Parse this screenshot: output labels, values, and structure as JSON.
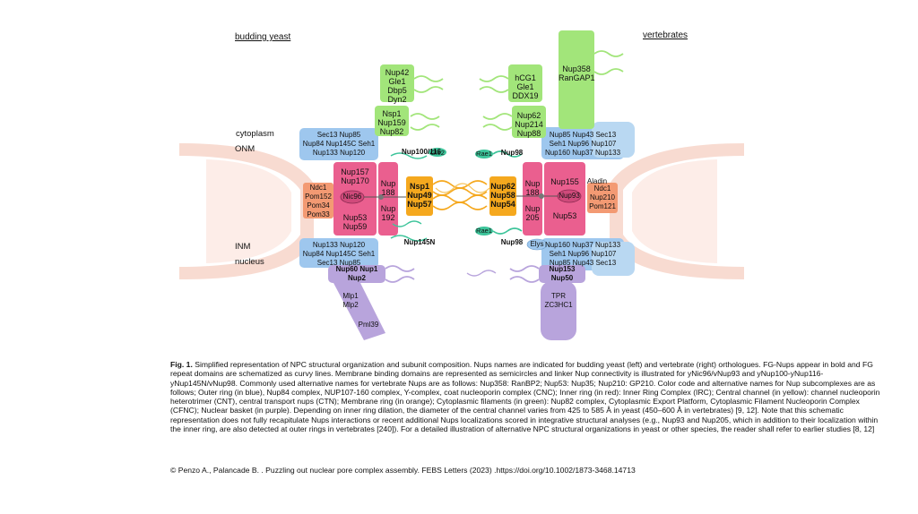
{
  "sides": {
    "yeast": "budding yeast",
    "vertebrates": "vertebrates"
  },
  "regions": {
    "cytoplasm": "cytoplasm",
    "onm": "ONM",
    "inm": "INM",
    "nucleus": "nucleus"
  },
  "yeast": {
    "cf_top": {
      "bold": "Nup42",
      "rest": "Gle1\nDbp5\nDyn2"
    },
    "cf_nsp1": {
      "bold": "Nsp1\nNup159",
      "rest": "Nup82"
    },
    "outer_top": "Sec13    Nup85\nNup84  Nup145C  Seh1\nNup133           Nup120",
    "ir_top": "Nup157\nNup170",
    "ir_nic96": "Nic96",
    "ir_bottom": "Nup53\nNup59",
    "ir_188": "Nup\n188",
    "ir_192": "Nup\n192",
    "mr": "Ndc1\nPom152\nPom34\nPom33",
    "ct": "Nsp1\nNup49\nNup57",
    "linker_top": "Nup100/116",
    "gle2": "Gle2",
    "linker_bottom": "Nup145N",
    "outer_bottom": "Nup133           Nup120\nNup84  Nup145C  Seh1\nSec13    Nup85",
    "basket_top": {
      "bold": "Nup60   Nup1\nNup2"
    },
    "basket_rest": "Mlp1\nMlp2",
    "pml39": "Pml39"
  },
  "vert": {
    "cf_top": {
      "bold": "hCG1",
      "rest": "Gle1\nDDX19"
    },
    "cf_358": {
      "bold": "Nup358",
      "rest": "RanGAP1"
    },
    "cf_62": {
      "bold": "Nup62\nNup214",
      "rest": "Nup88"
    },
    "outer_top": "Nup85  Nup43   Sec13\nSeh1  Nup96  Nup107\nNup160  Nup37  Nup133",
    "rae1_top": "Rae1",
    "nup98_top": "Nup98",
    "ir_155": "Nup155",
    "ir_93": "Nup93",
    "aladin": "Aladin",
    "ir_53": "Nup53",
    "ir_188": "Nup\n188",
    "ir_205": "Nup\n205",
    "mr": "Ndc1\nNup210\nPom121",
    "ct": "Nup62\nNup58\nNup54",
    "rae1_bottom": "Rae1",
    "nup98_bottom": "Nup98",
    "elys": "Elys",
    "outer_bottom": "Nup160 Nup37  Nup133\nSeh1  Nup96  Nup107\nNup85  Nup43   Sec13",
    "basket_top": {
      "bold": "Nup153\nNup50"
    },
    "basket_rest": "TPR\nZC3HC1"
  },
  "caption": {
    "bold": "Fig. 1.",
    "text": " Simplified representation of NPC structural organization and subunit composition. Nups names are indicated for budding yeast (left) and vertebrate (right) orthologues. FG-Nups appear in bold and FG repeat domains are schematized as curvy lines. Membrane binding domains are represented as semicircles and linker Nup connectivity is illustrated for yNic96/vNup93 and yNup100-yNup116-yNup145N/vNup98. Commonly used alternative names for vertebrate Nups are as follows: Nup358: RanBP2; Nup53: Nup35; Nup210: GP210. Color code and alternative names for Nup subcomplexes are as follows; Outer ring (in blue), Nup84 complex, NUP107-160 complex, Y-complex, coat nucleoporin complex (CNC); Inner ring (in red): Inner Ring Complex (IRC); Central channel (in yellow): channel nucleoporin heterotrimer (CNT), central transport nups (CTN); Membrane ring (in orange); Cytoplasmic filaments (in green): Nup82 complex, Cytoplasmic Export Platform, Cytoplasmic Filament Nucleoporin Complex (CFNC); Nuclear basket (in purple). Depending on inner ring dilation, the diameter of the central channel varies from 425 to 585 Å in yeast (450–600 Å in vertebrates) [9, 12]. Note that this schematic representation does not fully recapitulate Nups interactions or recent additional Nups localizations scored in integrative structural analyses (e.g., Nup93 and Nup205, which in addition to their localization within the inner ring, are also detected at outer rings in vertebrates [240]). For a detailed illustration of alternative NPC structural organizations in yeast or other species, the reader shall refer to earlier studies [8, 12]"
  },
  "credit": "© Penzo A., Palancade B. . Puzzling out nuclear pore complex assembly. FEBS Letters (2023) .https://doi.org/10.1002/1873-3468.14713",
  "colors": {
    "outer_ring": "#9ec7ee",
    "inner_ring": "#ea5f8f",
    "central_channel": "#f5a81e",
    "membrane_ring": "#f39a73",
    "cyto_filaments": "#a2e57a",
    "basket": "#b8a4dc",
    "membrane": "#f7d7cc",
    "teal": "#3dc49a"
  }
}
